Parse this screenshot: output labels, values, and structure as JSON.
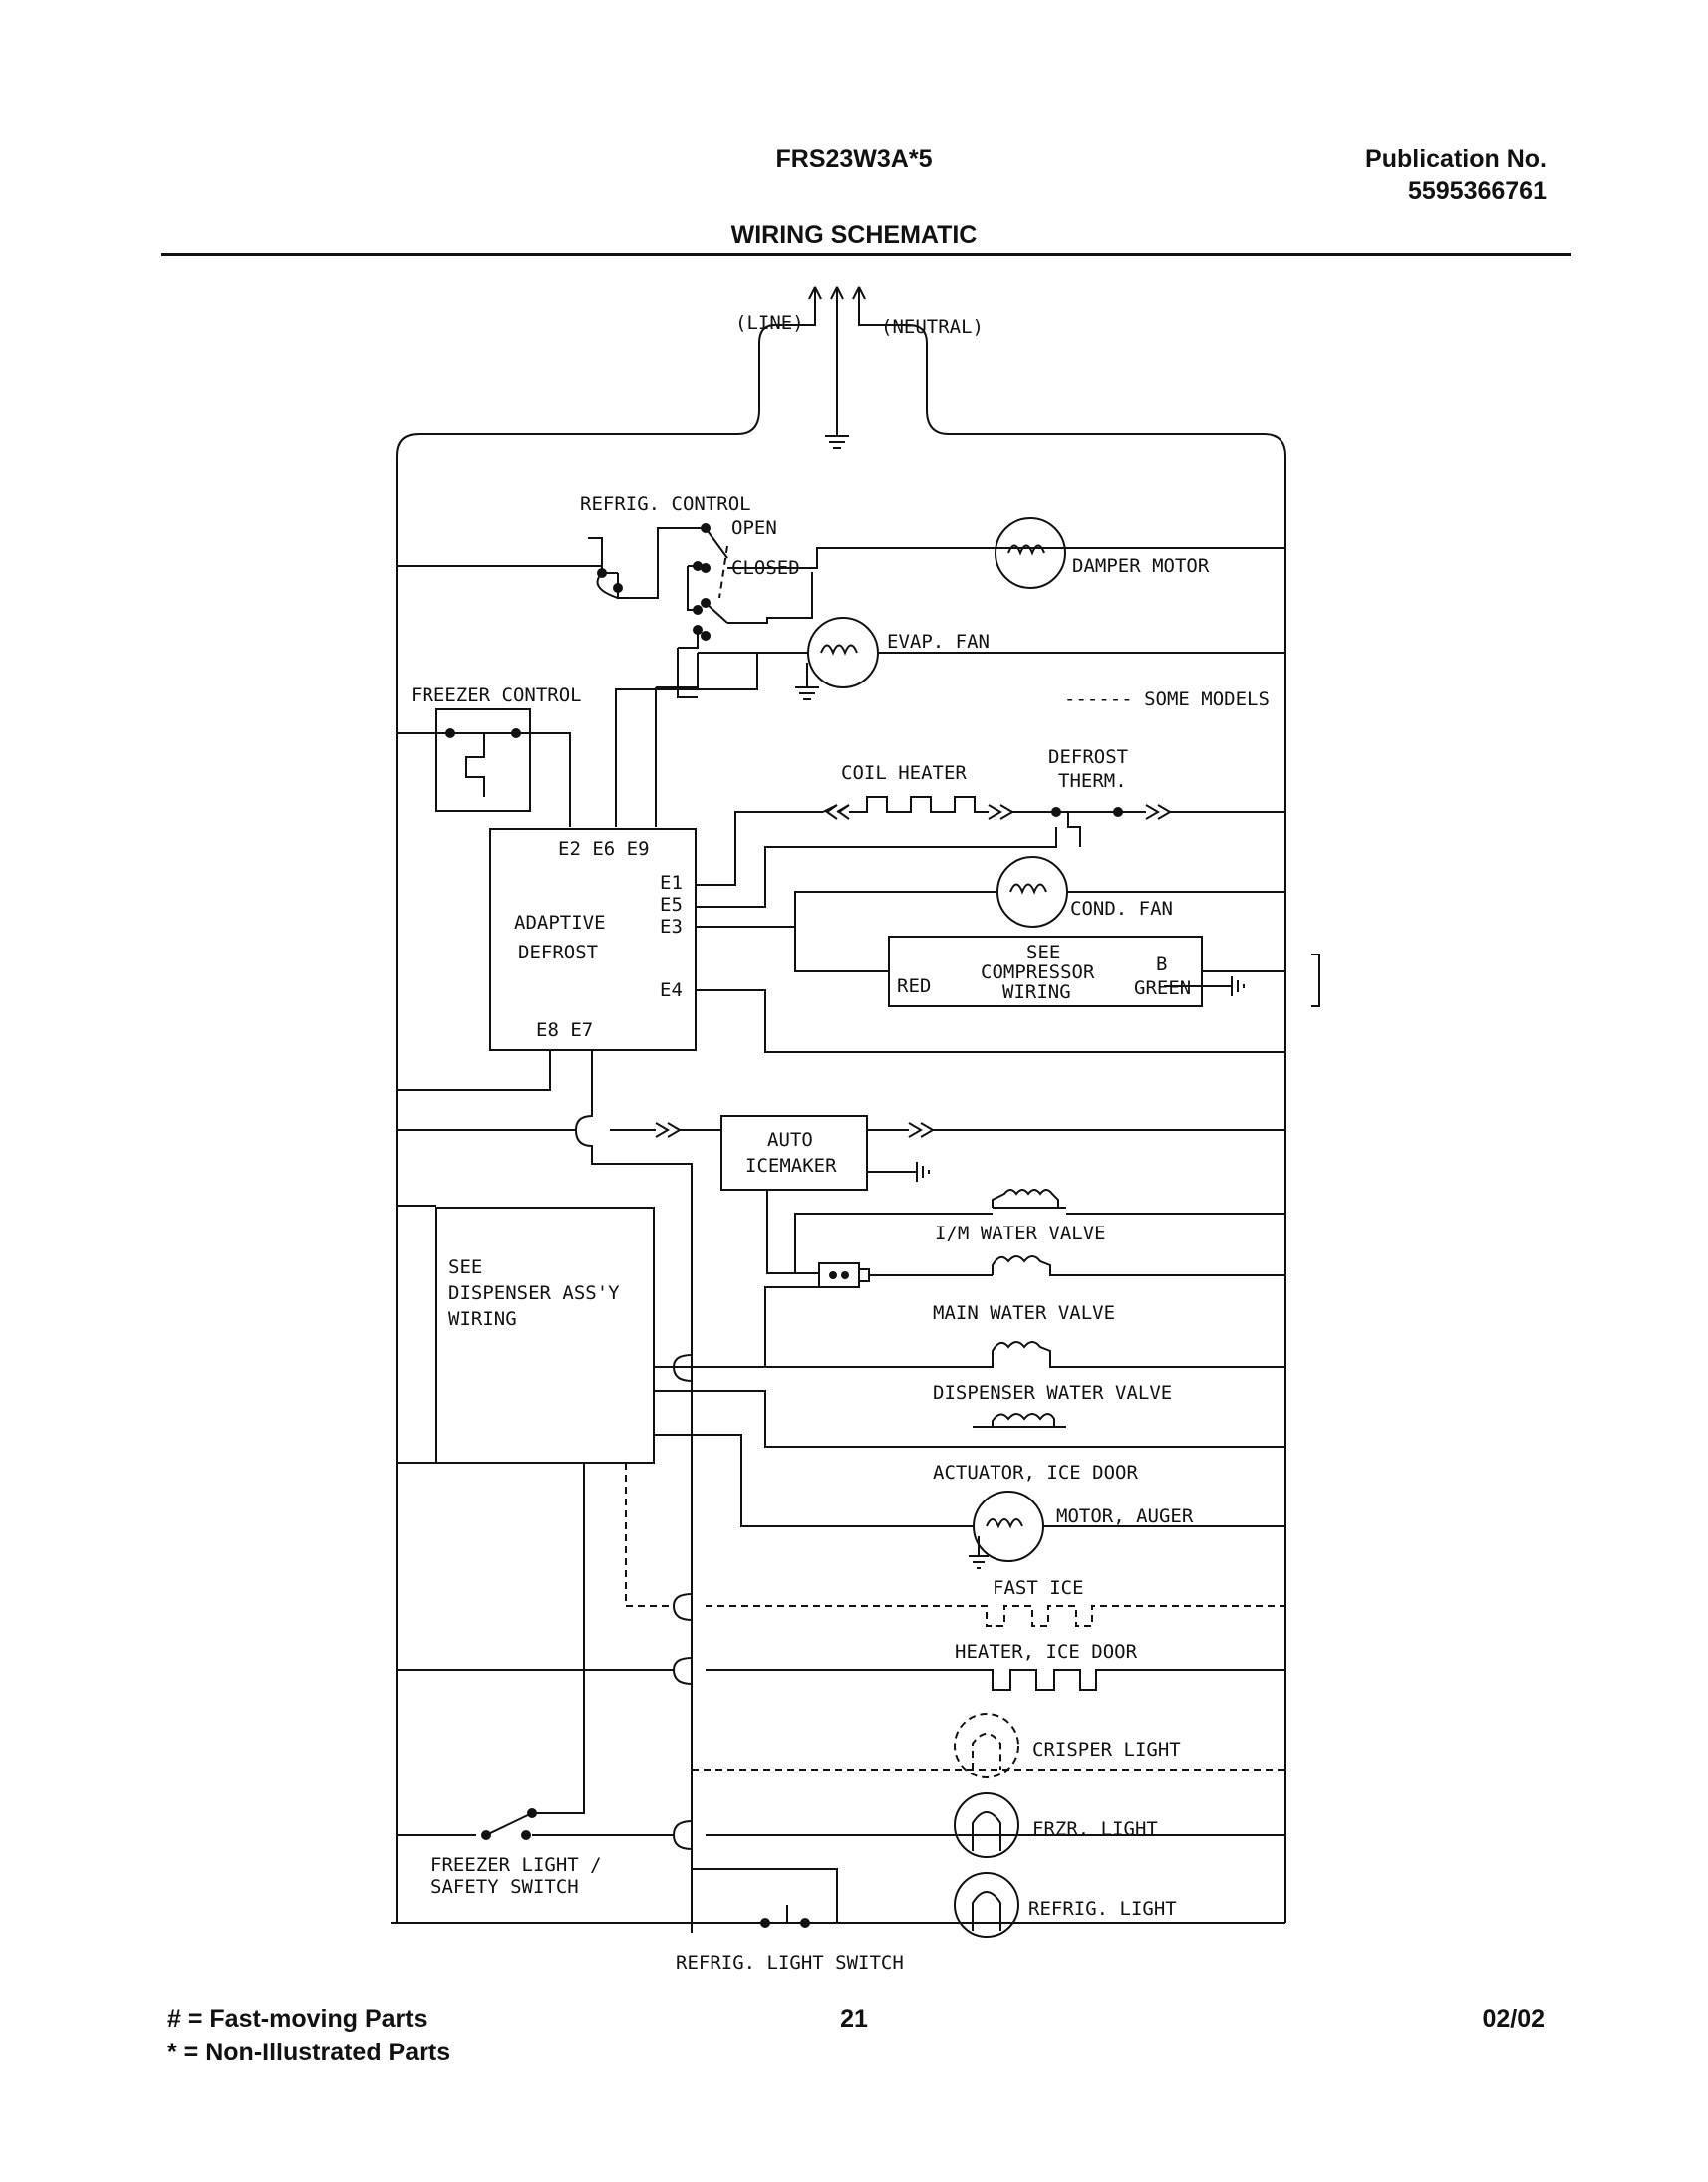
{
  "header": {
    "model": "FRS23W3A*5",
    "publication_label": "Publication No.",
    "publication_number": "5595366761",
    "title": "WIRING SCHEMATIC"
  },
  "supply": {
    "line": "(LINE)",
    "neutral": "(NEUTRAL)"
  },
  "refrig_control": {
    "label": "REFRIG. CONTROL",
    "open": "OPEN",
    "closed": "CLOSED"
  },
  "freezer_control": {
    "label": "FREEZER CONTROL"
  },
  "legend": {
    "some_models": "------ SOME MODELS"
  },
  "adaptive_defrost": {
    "line1": "ADAPTIVE",
    "line2": "DEFROST",
    "top_terminals": "E2 E6 E9",
    "e1": "E1",
    "e5": "E5",
    "e3": "E3",
    "e4": "E4",
    "bottom_terminals": "E8 E7"
  },
  "components": {
    "damper_motor": "DAMPER MOTOR",
    "evap_fan": "EVAP. FAN",
    "coil_heater": "COIL HEATER",
    "defrost_therm_1": "DEFROST",
    "defrost_therm_2": "THERM.",
    "cond_fan": "COND. FAN",
    "compressor_1": "SEE",
    "compressor_2": "COMPRESSOR",
    "compressor_3": "WIRING",
    "red": "RED",
    "b": "B",
    "green": "GREEN",
    "icemaker_1": "AUTO",
    "icemaker_2": "ICEMAKER",
    "im_water_valve": "I/M WATER VALVE",
    "main_water_valve": "MAIN WATER VALVE",
    "dispenser_water_valve": "DISPENSER WATER VALVE",
    "actuator_ice_door": "ACTUATOR, ICE DOOR",
    "motor_auger": "MOTOR, AUGER",
    "fast_ice": "FAST ICE",
    "heater_ice_door": "HEATER, ICE DOOR",
    "crisper_light": "CRISPER LIGHT",
    "frzr_light": "FRZR. LIGHT",
    "refrig_light": "REFRIG. LIGHT",
    "dispenser_1": "SEE",
    "dispenser_2": "DISPENSER ASS'Y",
    "dispenser_3": "WIRING",
    "freezer_switch_1": "FREEZER LIGHT /",
    "freezer_switch_2": "SAFETY SWITCH",
    "refrig_light_switch": "REFRIG. LIGHT SWITCH"
  },
  "footer": {
    "legend_1": "# = Fast-moving Parts",
    "legend_2": "* = Non-Illustrated Parts",
    "page": "21",
    "date": "02/02"
  }
}
